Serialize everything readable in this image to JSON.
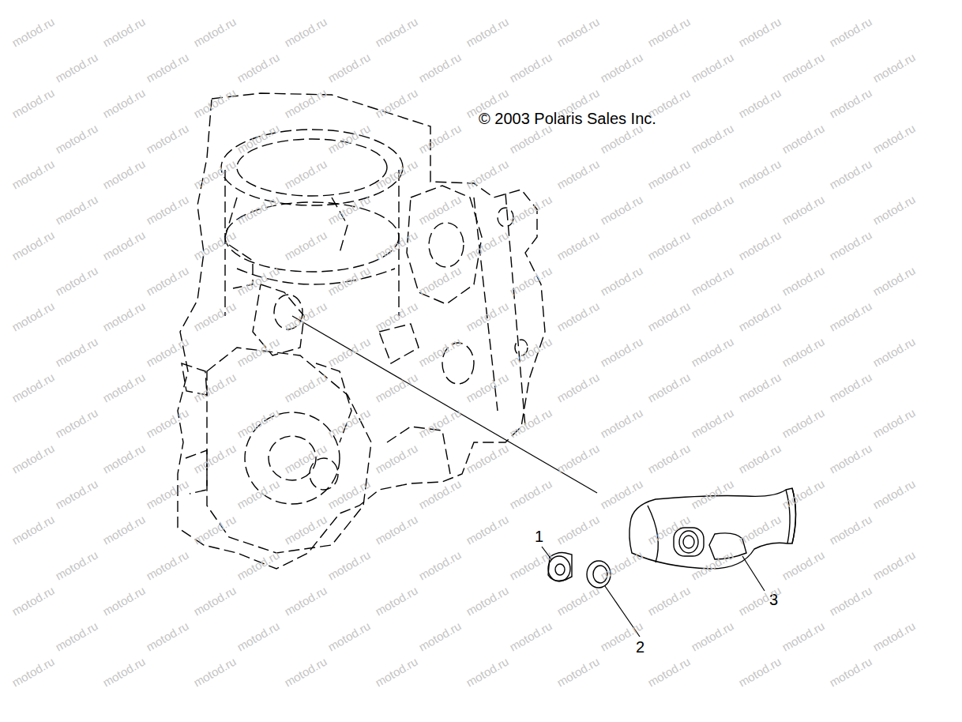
{
  "diagram": {
    "labels": [
      "© 2003 Polaris Sales Inc.",
      "1",
      "2",
      "3",
      "motod.ru",
      "motod.ru",
      "motod.ru",
      "motod.ru",
      "motod.ru",
      "motod.ru",
      "motod.ru",
      "motod.ru",
      "motod.ru",
      "motod.ru",
      "motod.ru",
      "motod.ru",
      "motod.ru",
      "motod.ru",
      "motod.ru",
      "motod.ru",
      "motod.ru",
      "motod.ru",
      "motod.ru",
      "motod.ru",
      "motod.ru",
      "motod.ru",
      "motod.ru",
      "motod.ru",
      "motod.ru",
      "motod.ru",
      "motod.ru",
      "motod.ru",
      "motod.ru",
      "motod.ru",
      "motod.ru",
      "motod.ru",
      "motod.ru",
      "motod.ru",
      "motod.ru",
      "motod.ru",
      "motod.ru",
      "motod.ru",
      "motod.ru",
      "motod.ru",
      "motod.ru",
      "motod.ru",
      "motod.ru",
      "motod.ru",
      "motod.ru",
      "motod.ru",
      "motod.ru",
      "motod.ru",
      "motod.ru",
      "motod.ru",
      "motod.ru",
      "motod.ru",
      "motod.ru",
      "motod.ru",
      "motod.ru",
      "motod.ru",
      "motod.ru",
      "motod.ru",
      "motod.ru",
      "motod.ru",
      "motod.ru",
      "motod.ru",
      "motod.ru",
      "motod.ru",
      "motod.ru",
      "motod.ru",
      "motod.ru",
      "motod.ru",
      "motod.ru",
      "motod.ru",
      "motod.ru",
      "motod.ru",
      "motod.ru",
      "motod.ru",
      "motod.ru",
      "motod.ru",
      "motod.ru",
      "motod.ru",
      "motod.ru",
      "motod.ru",
      "motod.ru",
      "motod.ru",
      "motod.ru",
      "motod.ru",
      "motod.ru",
      "motod.ru",
      "motod.ru",
      "motod.ru",
      "motod.ru",
      "motod.ru",
      "motod.ru",
      "motod.ru",
      "motod.ru",
      "motod.ru",
      "motod.ru",
      "motod.ru",
      "motod.ru",
      "motod.ru",
      "motod.ru",
      "motod.ru",
      "motod.ru",
      "motod.ru",
      "motod.ru",
      "motod.ru",
      "motod.ru",
      "motod.ru",
      "motod.ru",
      "motod.ru",
      "motod.ru",
      "motod.ru",
      "motod.ru",
      "motod.ru",
      "motod.ru",
      "motod.ru",
      "motod.ru",
      "motod.ru",
      "motod.ru",
      "motod.ru",
      "motod.ru",
      "motod.ru",
      "motod.ru",
      "motod.ru",
      "motod.ru",
      "motod.ru",
      "motod.ru",
      "motod.ru",
      "motod.ru",
      "motod.ru",
      "motod.ru",
      "motod.ru",
      "motod.ru",
      "motod.ru",
      "motod.ru",
      "motod.ru",
      "motod.ru",
      "motod.ru",
      "motod.ru",
      "motod.ru",
      "motod.ru",
      "motod.ru",
      "motod.ru",
      "motod.ru",
      "motod.ru",
      "motod.ru",
      "motod.ru",
      "motod.ru",
      "motod.ru",
      "motod.ru",
      "motod.ru",
      "motod.ru",
      "motod.ru",
      "motod.ru",
      "motod.ru",
      "motod.ru",
      "motod.ru",
      "motod.ru",
      "motod.ru",
      "motod.ru",
      "motod.ru",
      "motod.ru",
      "motod.ru",
      "motod.ru",
      "motod.ru",
      "motod.ru",
      "motod.ru",
      "motod.ru",
      "motod.ru",
      "motod.ru",
      "motod.ru",
      "motod.ru",
      "motod.ru",
      "motod.ru",
      "motod.ru",
      "motod.ru",
      "motod.ru",
      "motod.ru",
      "motod.ru",
      "motod.ru",
      "motod.ru",
      "motod.ru",
      "motod.ru",
      "motod.ru",
      "motod.ru",
      "motod.ru",
      "motod.ru",
      "motod.ru",
      "motod.ru",
      "motod.ru",
      "motod.ru",
      "motod.ru"
    ]
  }
}
